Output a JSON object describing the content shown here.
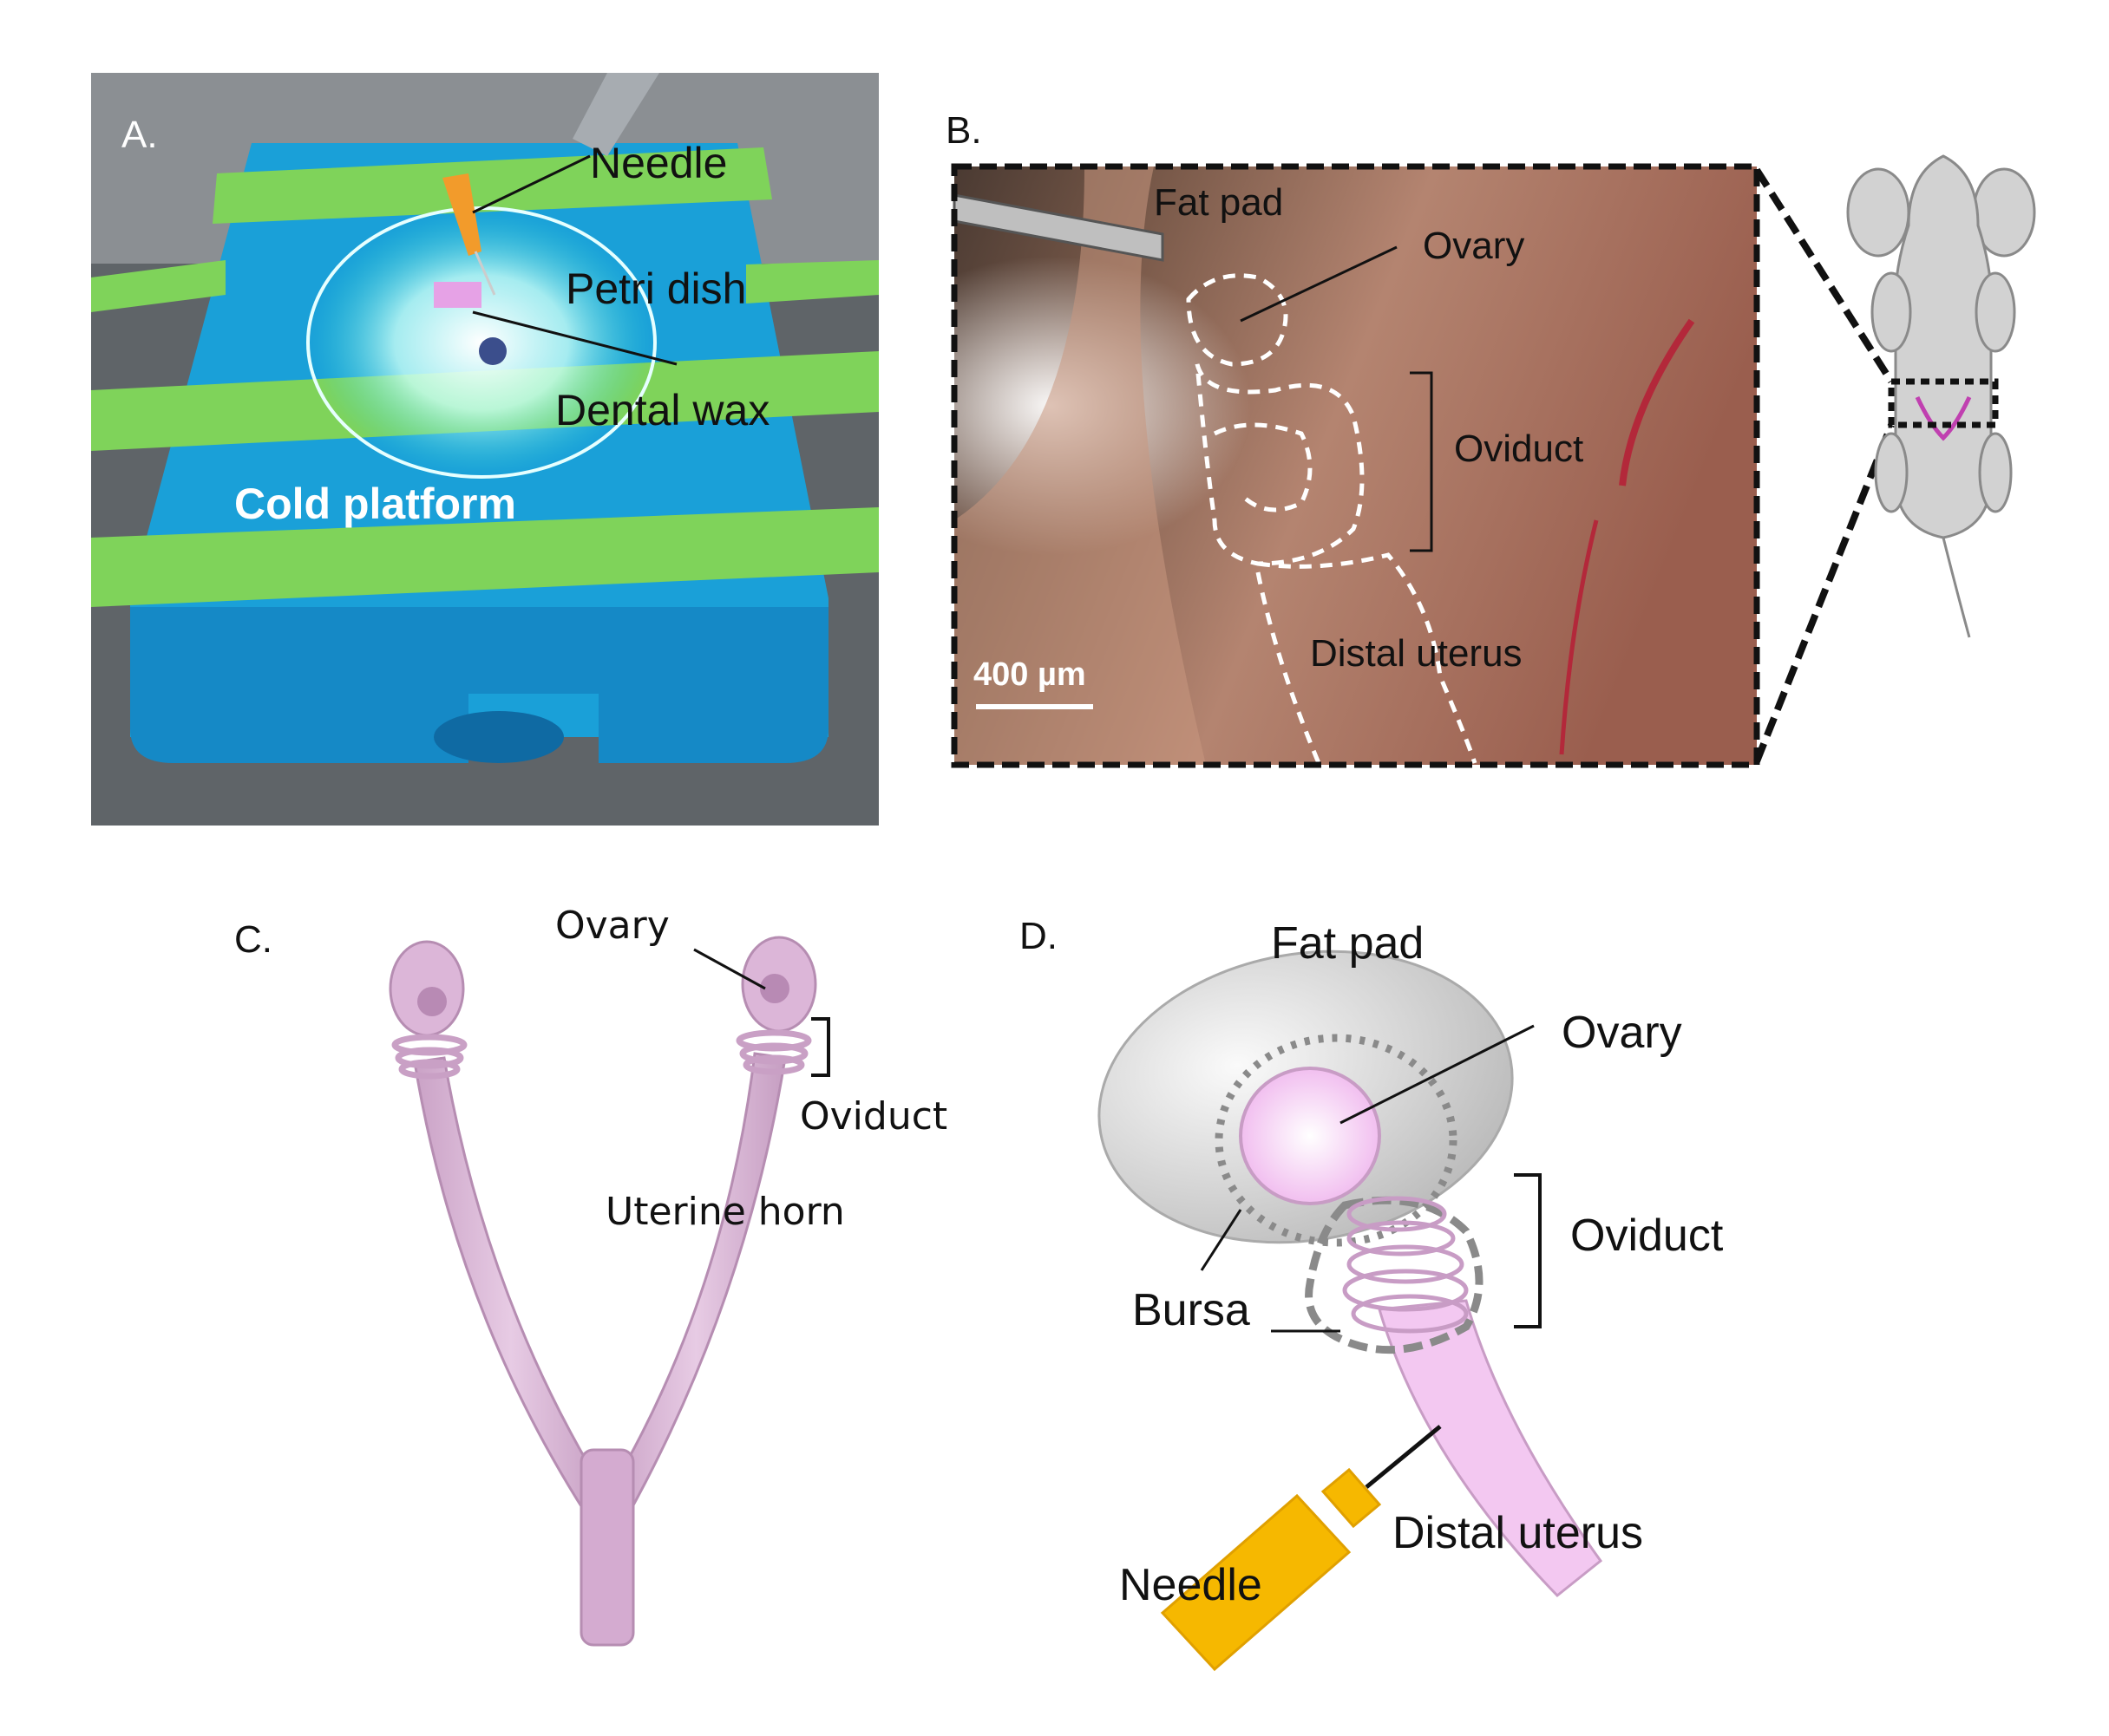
{
  "panels": {
    "a": {
      "letter": "A.",
      "labels": {
        "needle": "Needle",
        "petri_dish": "Petri dish",
        "dental_wax": "Dental wax",
        "cold_platform": "Cold platform"
      }
    },
    "b": {
      "letter": "B.",
      "labels": {
        "fat_pad": "Fat pad",
        "ovary": "Ovary",
        "oviduct": "Oviduct",
        "distal_uterus": "Distal uterus"
      },
      "scale_bar": "400 µm"
    },
    "c": {
      "letter": "C.",
      "labels": {
        "ovary": "Ovary",
        "oviduct": "Oviduct",
        "uterine_horn": "Uterine horn"
      }
    },
    "d": {
      "letter": "D.",
      "labels": {
        "fat_pad": "Fat pad",
        "ovary": "Ovary",
        "oviduct": "Oviduct",
        "bursa": "Bursa",
        "distal_uterus": "Distal uterus",
        "needle": "Needle"
      }
    }
  },
  "colors": {
    "tissue_pink": "#dcb6d8",
    "ovary_pink": "#f3c8f1",
    "needle_orange": "#f6b800",
    "platform_blue": "#1aa0d8",
    "tape_green": "#7fd35a",
    "mouse_gray": "#d2d2d2",
    "photo_b_tone": "#9e6a55"
  }
}
